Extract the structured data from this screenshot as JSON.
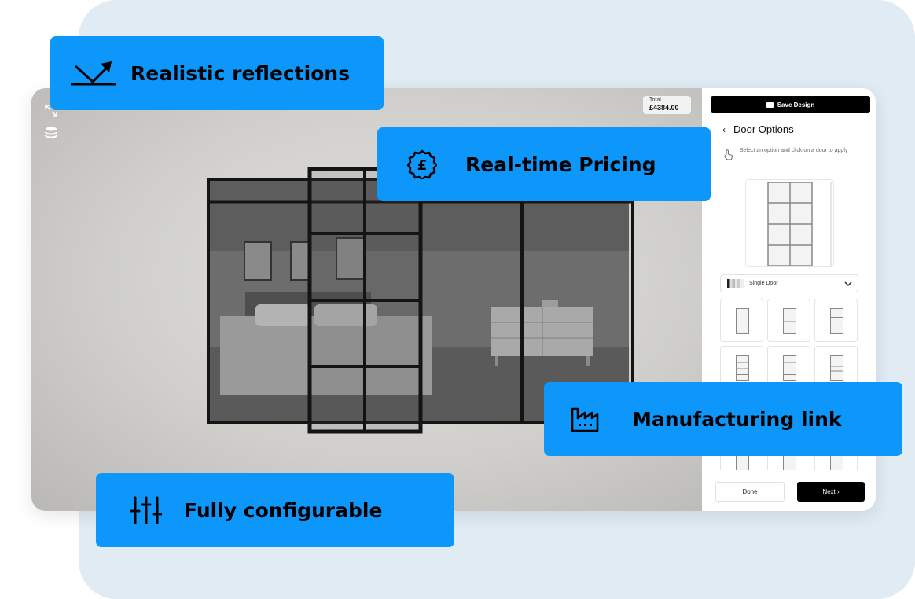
{
  "viewport": {
    "total_label": "Total",
    "total_value": "£4384.00",
    "tools": [
      "expand-icon",
      "layers-icon"
    ]
  },
  "sidebar": {
    "save_button": "Save Design",
    "title": "Door Options",
    "hint": "Select an option and click on a door to apply",
    "door_type": "Single Door",
    "done_button": "Done",
    "next_button": "Next"
  },
  "callouts": {
    "reflections": "Realistic reflections",
    "pricing": "Real-time Pricing",
    "manufacturing": "Manufacturing link",
    "configurable": "Fully configurable"
  },
  "colors": {
    "accent": "#0e97fa",
    "background_panel": "#e1ebf4",
    "sidebar_button": "#000000",
    "frame": "#141414"
  },
  "icons": {
    "reflections": "reflection-arrow-icon",
    "pricing": "pound-badge-icon",
    "manufacturing": "factory-icon",
    "configurable": "sliders-icon"
  }
}
